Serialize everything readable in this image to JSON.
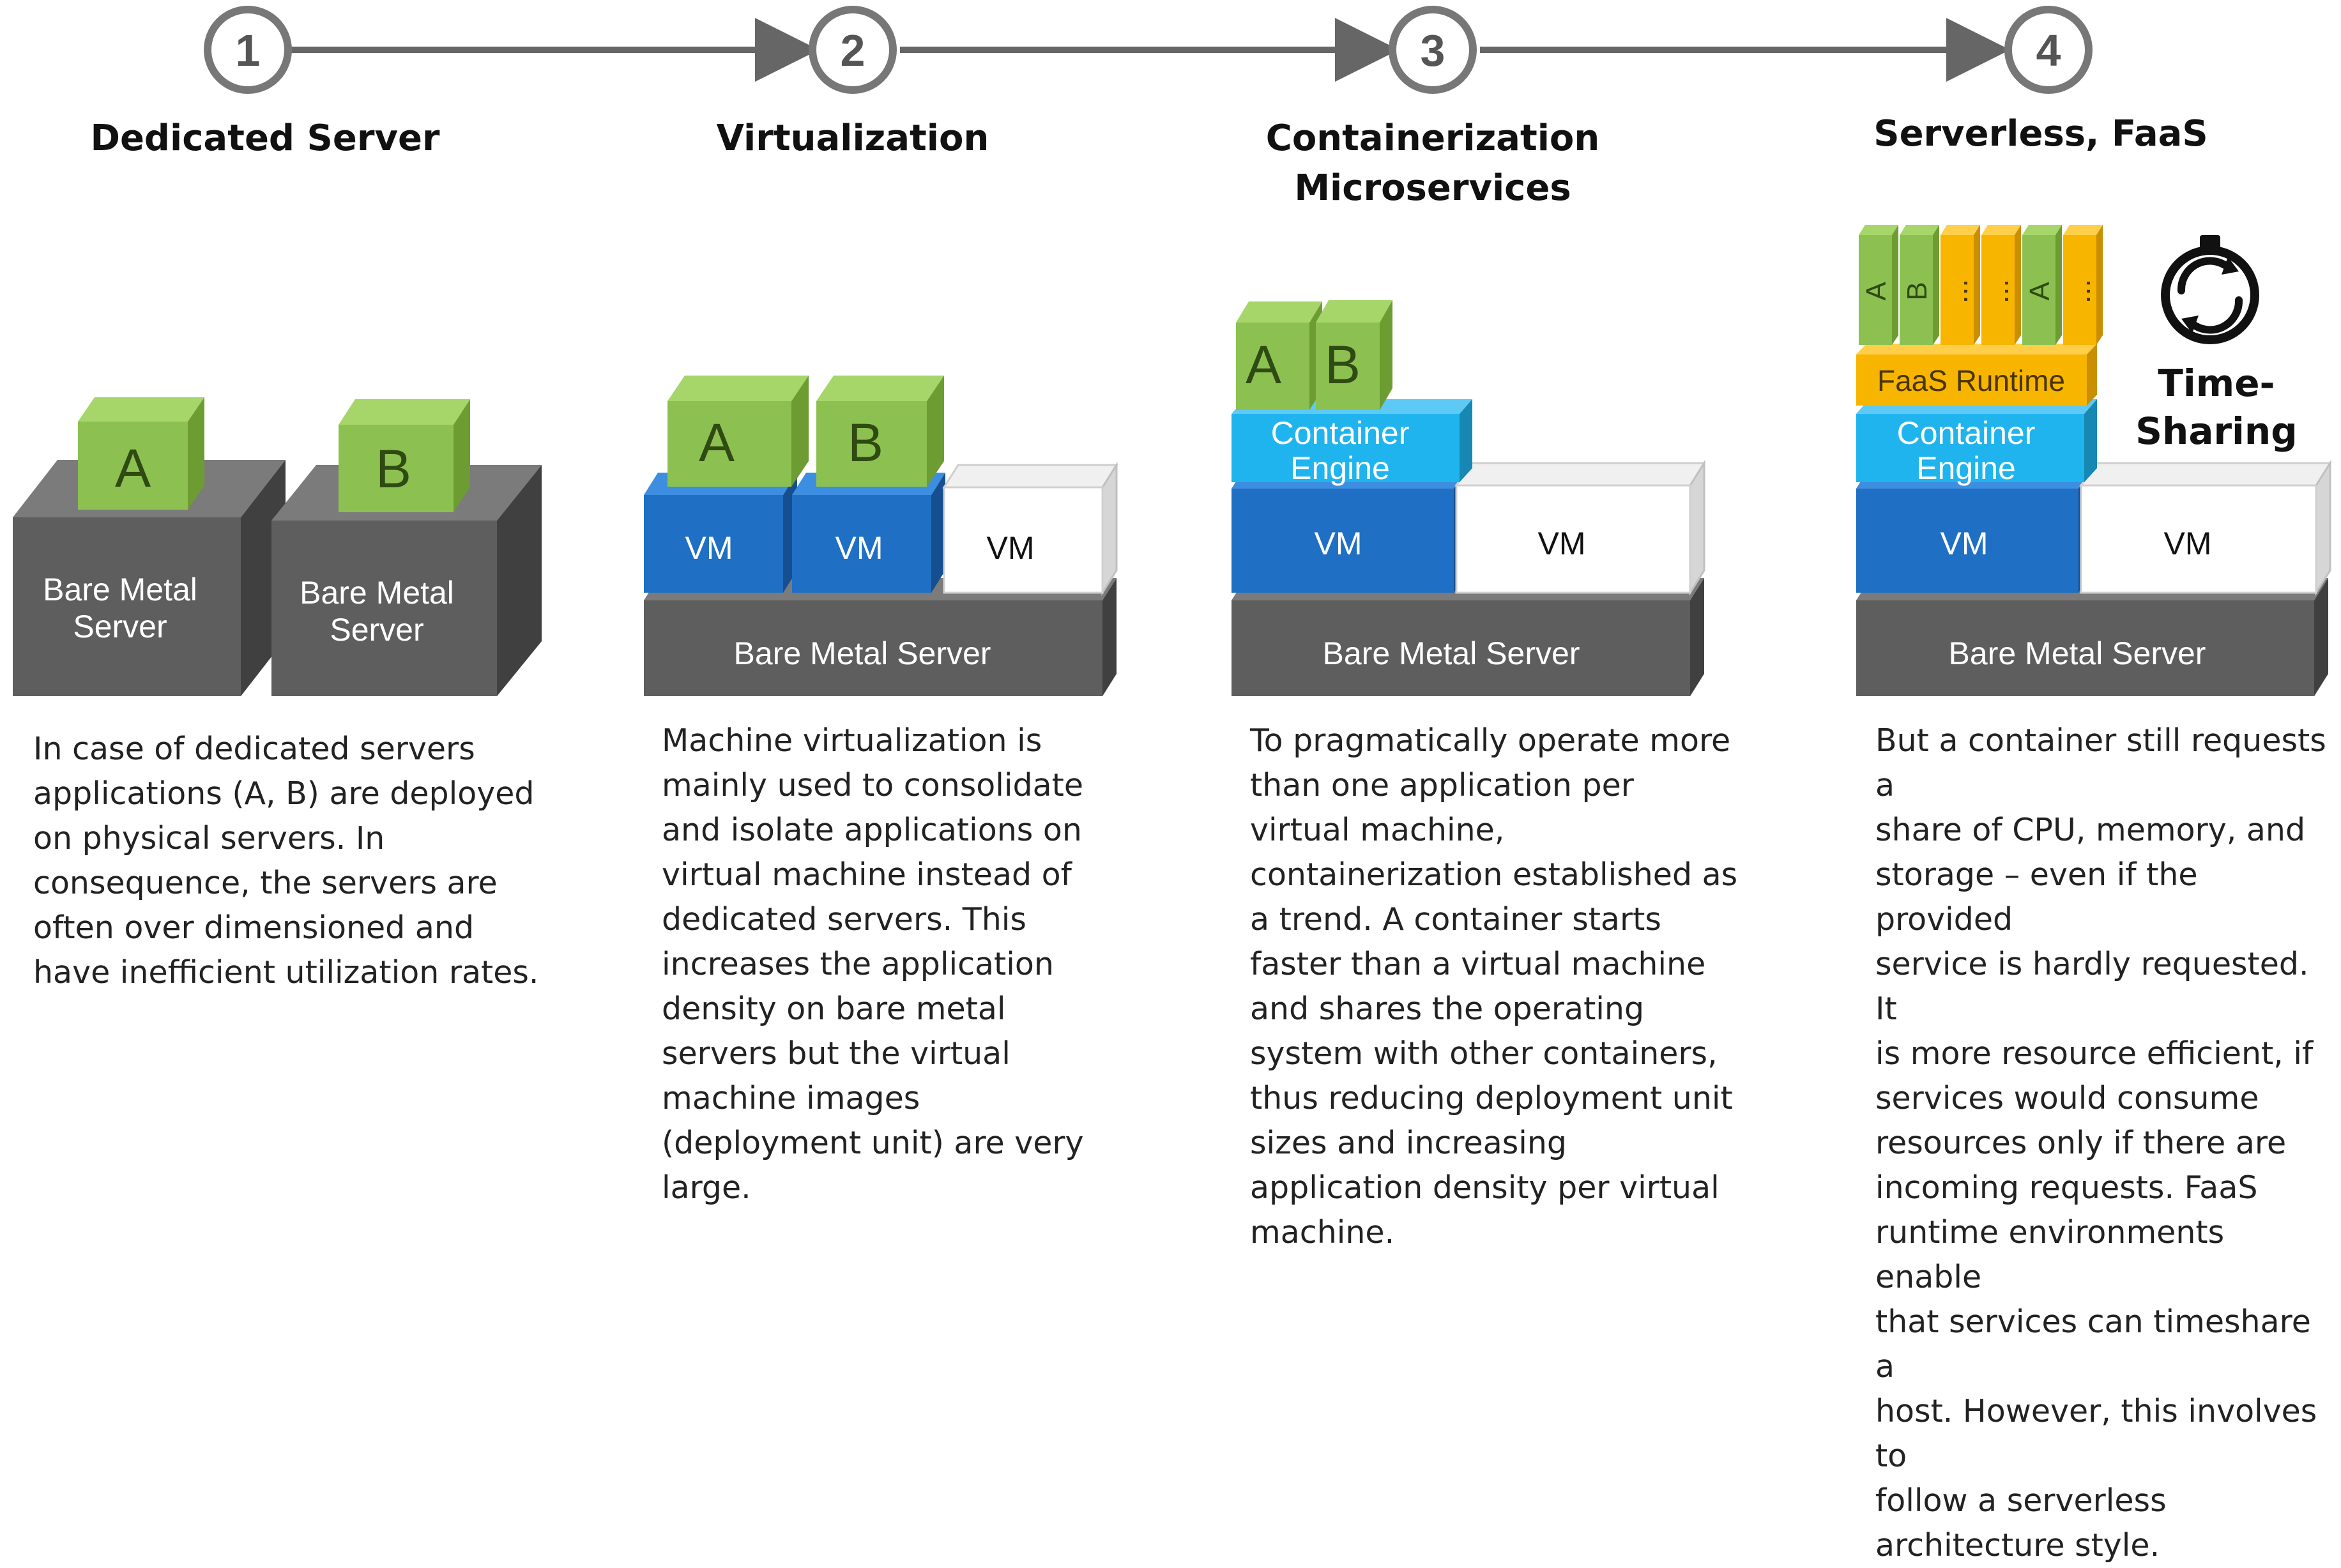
{
  "steps": [
    {
      "number": "1",
      "title": "Dedicated Server",
      "server_label_1": "Bare Metal",
      "server_label_2": "Server",
      "apps": [
        "A",
        "B"
      ],
      "description": "In case of dedicated servers\napplications (A, B)  are deployed\non physical servers. In\nconsequence, the servers are\noften over dimensioned and\nhave inefficient utilization rates."
    },
    {
      "number": "2",
      "title": "Virtualization",
      "server_label": "Bare Metal Server",
      "vm_label": "VM",
      "apps": [
        "A",
        "B"
      ],
      "description": "Machine virtualization is\nmainly used to consolidate\nand isolate applications on\nvirtual machine instead of\ndedicated servers. This\nincreases the application\ndensity on bare metal\nservers but the virtual\nmachine images\n(deployment unit) are very\nlarge."
    },
    {
      "number": "3",
      "title_line1": "Containerization",
      "title_line2": "Microservices",
      "server_label": "Bare Metal Server",
      "vm_label": "VM",
      "engine_line1": "Container",
      "engine_line2": "Engine",
      "apps": [
        "A",
        "B"
      ],
      "description": "To pragmatically operate more\nthan one application per\nvirtual machine,\ncontainerization established as\na trend. A container starts\nfaster than a virtual machine\nand shares the operating\nsystem with other containers,\nthus reducing deployment unit\nsizes and increasing\napplication density per virtual\nmachine."
    },
    {
      "number": "4",
      "title": "Serverless, FaaS",
      "server_label": "Bare Metal Server",
      "vm_label": "VM",
      "engine_line1": "Container",
      "engine_line2": "Engine",
      "runtime_label": "FaaS Runtime",
      "functions": [
        "A",
        "B",
        "...",
        "...",
        "A",
        "..."
      ],
      "timesharing_line1": "Time-",
      "timesharing_line2": "Sharing",
      "description": "But a container still requests a\nshare of CPU, memory, and\nstorage – even if the provided\nservice is hardly requested. It\nis more resource efficient, if\nservices would consume\nresources only if there are\nincoming requests. FaaS\nruntime environments enable\nthat services can timeshare a\nhost. However, this involves to\nfollow a serverless\narchitecture style."
    }
  ],
  "colors": {
    "server_front": "#5f5f5f",
    "server_top": "#7a7a7a",
    "server_side": "#404040",
    "vm_blue": "#1f6fc4",
    "engine_cyan": "#20b4ee",
    "app_green": "#8cc152",
    "faas_orange": "#f7b500",
    "timeline": "#666666"
  }
}
